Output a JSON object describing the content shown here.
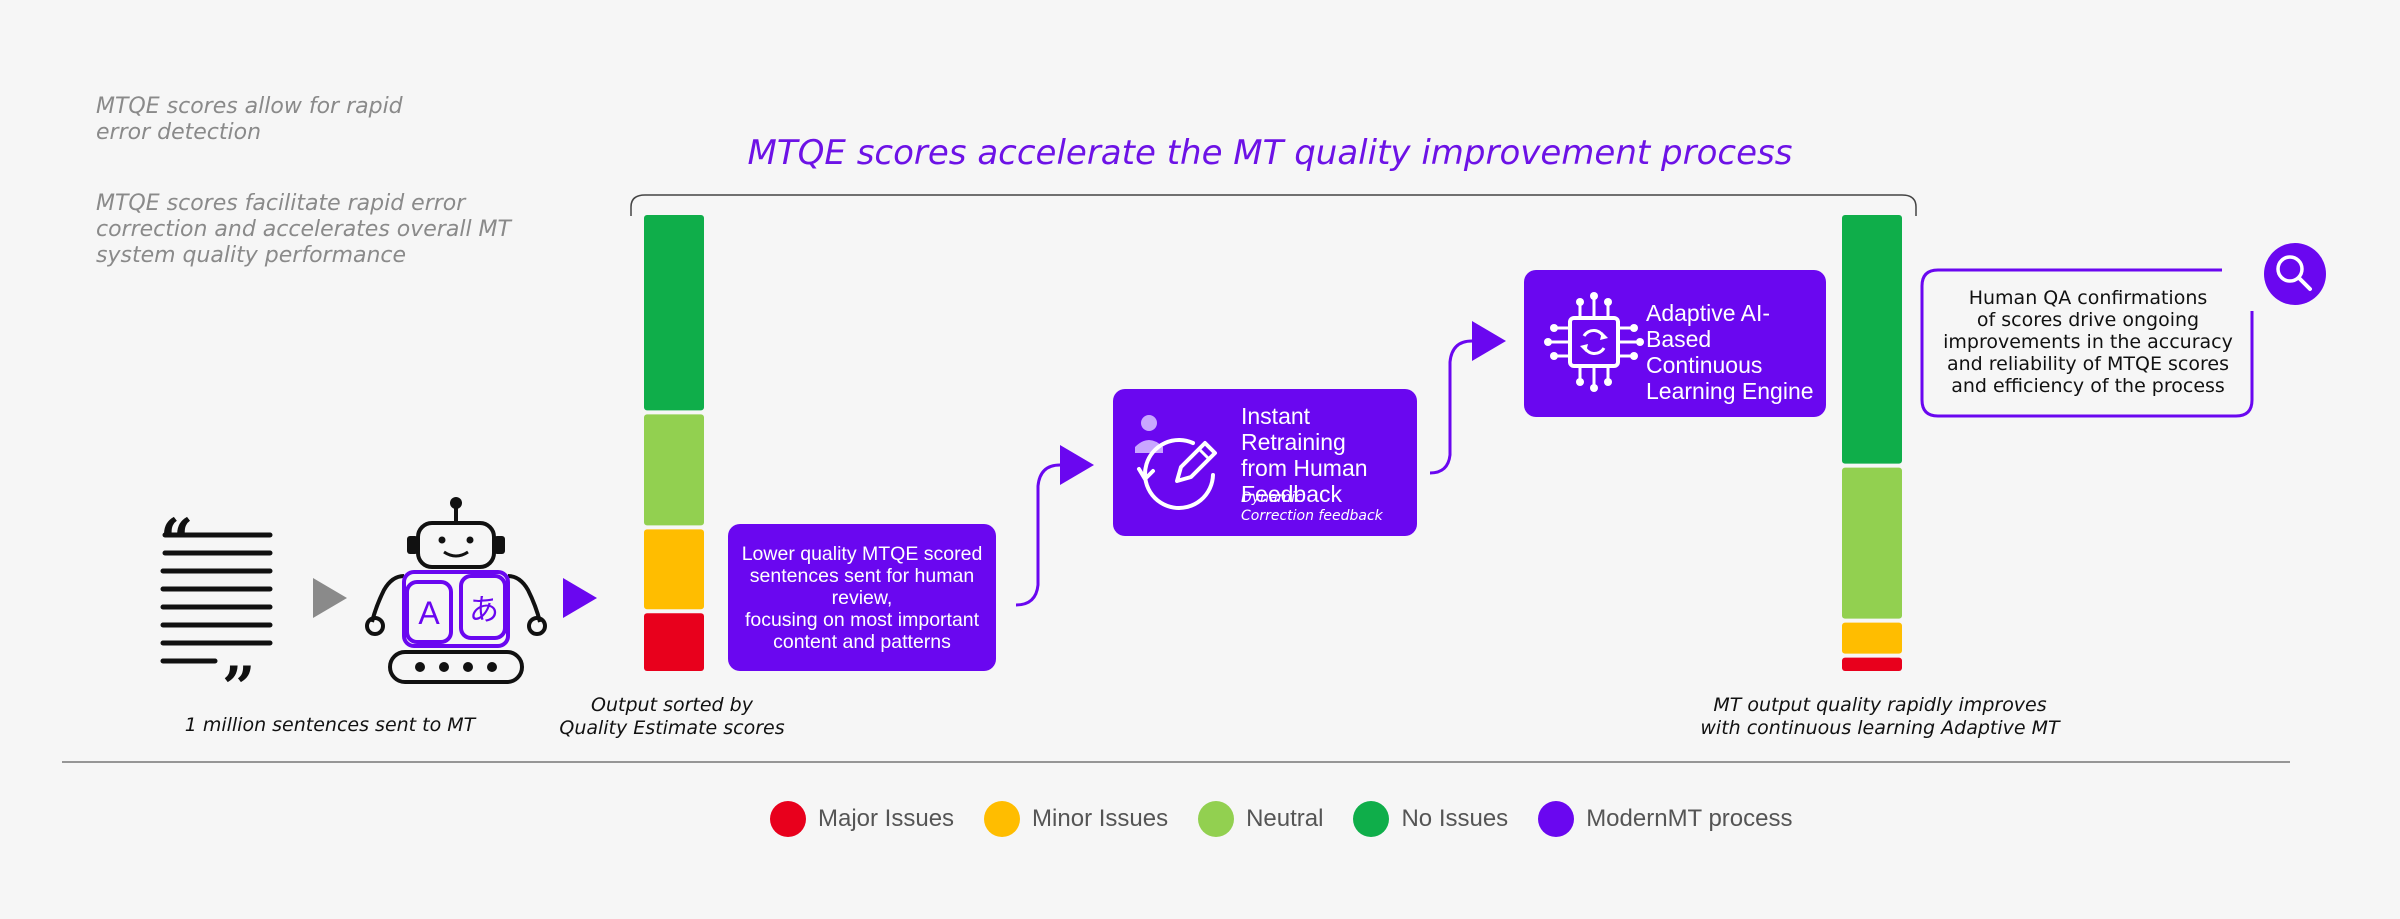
{
  "notes": {
    "note1": "MTQE scores allow for rapid\nerror detection",
    "note2": "MTQE scores facilitate rapid error\ncorrection and accelerates overall MT\nsystem quality performance"
  },
  "title": "MTQE scores accelerate the MT quality improvement process",
  "captions": {
    "input": "1 million sentences sent to MT",
    "sorted": "Output sorted by\nQuality Estimate scores",
    "improves": "MT output quality rapidly improves\nwith continuous learning Adaptive MT"
  },
  "boxes": {
    "review": "Lower quality MTQE scored\nsentences sent for human review,\nfocusing on most  important\ncontent  and patterns",
    "retraining_title": "Instant Retraining\nfrom Human\nFeedback",
    "retraining_sub": "Dynamic\nCorrection feedback",
    "engine": "Adaptive AI-Based\nContinuous\nLearning Engine",
    "qa": "Human QA confirmations\nof scores drive ongoing\nimprovements in the accuracy\nand reliability of MTQE scores\nand efficiency of the process"
  },
  "robot_glyphs": {
    "left": "A",
    "right": "あ"
  },
  "colors": {
    "major": "#e8001c",
    "minor": "#ffbd00",
    "neutral": "#92d050",
    "no_issues": "#0fae4a",
    "process": "#6a07f0"
  },
  "bars": {
    "before": {
      "no_issues": 0.44,
      "neutral": 0.25,
      "minor": 0.18,
      "major": 0.13
    },
    "after": {
      "no_issues": 0.56,
      "neutral": 0.34,
      "minor": 0.07,
      "major": 0.03
    }
  },
  "legend": [
    {
      "label": "Major Issues",
      "color": "#e8001c"
    },
    {
      "label": "Minor Issues",
      "color": "#ffbd00"
    },
    {
      "label": "Neutral",
      "color": "#92d050"
    },
    {
      "label": "No Issues",
      "color": "#0fae4a"
    },
    {
      "label": "ModernMT process",
      "color": "#6a07f0"
    }
  ],
  "icons": {
    "document": "document-quote-icon",
    "robot": "translation-robot-icon",
    "retraining": "human-feedback-edit-icon",
    "engine": "ai-chip-icon",
    "search": "search-icon",
    "arrow": "play-arrow-icon"
  }
}
